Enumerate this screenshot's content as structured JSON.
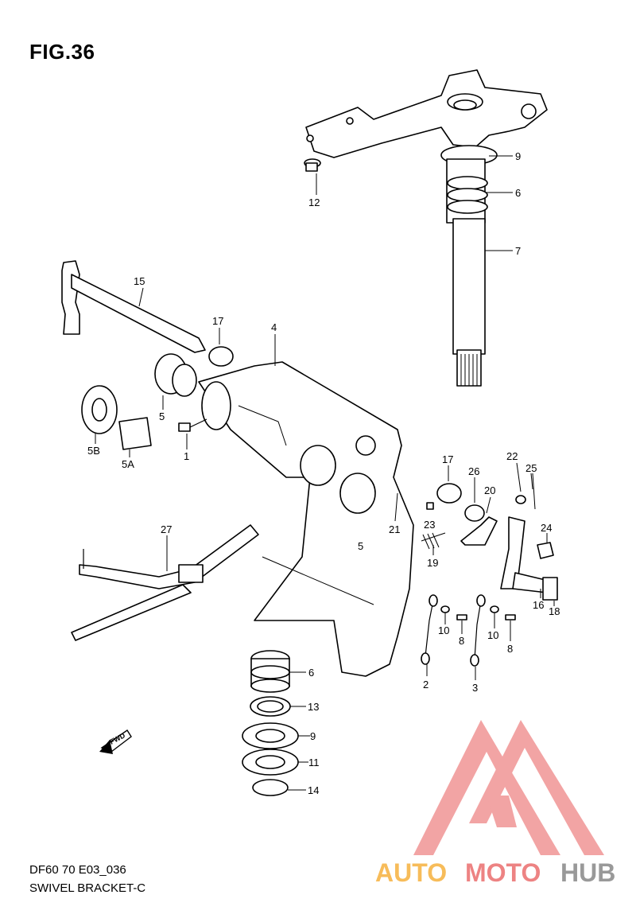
{
  "figure": {
    "title": "FIG.36",
    "code": "DF60 70 E03_036",
    "name": "SWIVEL BRACKET-C"
  },
  "fwd_label": "FWD",
  "watermark": {
    "text_part1": "AUTO",
    "text_part2": "MOTO",
    "text_part3": "HUB",
    "color_orange": "#f5a623",
    "color_red": "#e85a5a",
    "color_gray": "#777777"
  },
  "callouts": [
    {
      "id": "c9a",
      "label": "9"
    },
    {
      "id": "c6a",
      "label": "6"
    },
    {
      "id": "c7",
      "label": "7"
    },
    {
      "id": "c12",
      "label": "12"
    },
    {
      "id": "c15",
      "label": "15"
    },
    {
      "id": "c17a",
      "label": "17"
    },
    {
      "id": "c4",
      "label": "4"
    },
    {
      "id": "c5a",
      "label": "5"
    },
    {
      "id": "c5B",
      "label": "5B"
    },
    {
      "id": "c5A",
      "label": "5A"
    },
    {
      "id": "c1",
      "label": "1"
    },
    {
      "id": "c17b",
      "label": "17"
    },
    {
      "id": "c26",
      "label": "26"
    },
    {
      "id": "c20",
      "label": "20"
    },
    {
      "id": "c22",
      "label": "22"
    },
    {
      "id": "c25",
      "label": "25"
    },
    {
      "id": "c21",
      "label": "21"
    },
    {
      "id": "c23",
      "label": "23"
    },
    {
      "id": "c24",
      "label": "24"
    },
    {
      "id": "c27",
      "label": "27"
    },
    {
      "id": "c5b",
      "label": "5"
    },
    {
      "id": "c19",
      "label": "19"
    },
    {
      "id": "c16",
      "label": "16"
    },
    {
      "id": "c18",
      "label": "18"
    },
    {
      "id": "c10a",
      "label": "10"
    },
    {
      "id": "c8a",
      "label": "8"
    },
    {
      "id": "c10b",
      "label": "10"
    },
    {
      "id": "c8b",
      "label": "8"
    },
    {
      "id": "c2",
      "label": "2"
    },
    {
      "id": "c3",
      "label": "3"
    },
    {
      "id": "c6b",
      "label": "6"
    },
    {
      "id": "c13",
      "label": "13"
    },
    {
      "id": "c9b",
      "label": "9"
    },
    {
      "id": "c11",
      "label": "11"
    },
    {
      "id": "c14",
      "label": "14"
    }
  ]
}
